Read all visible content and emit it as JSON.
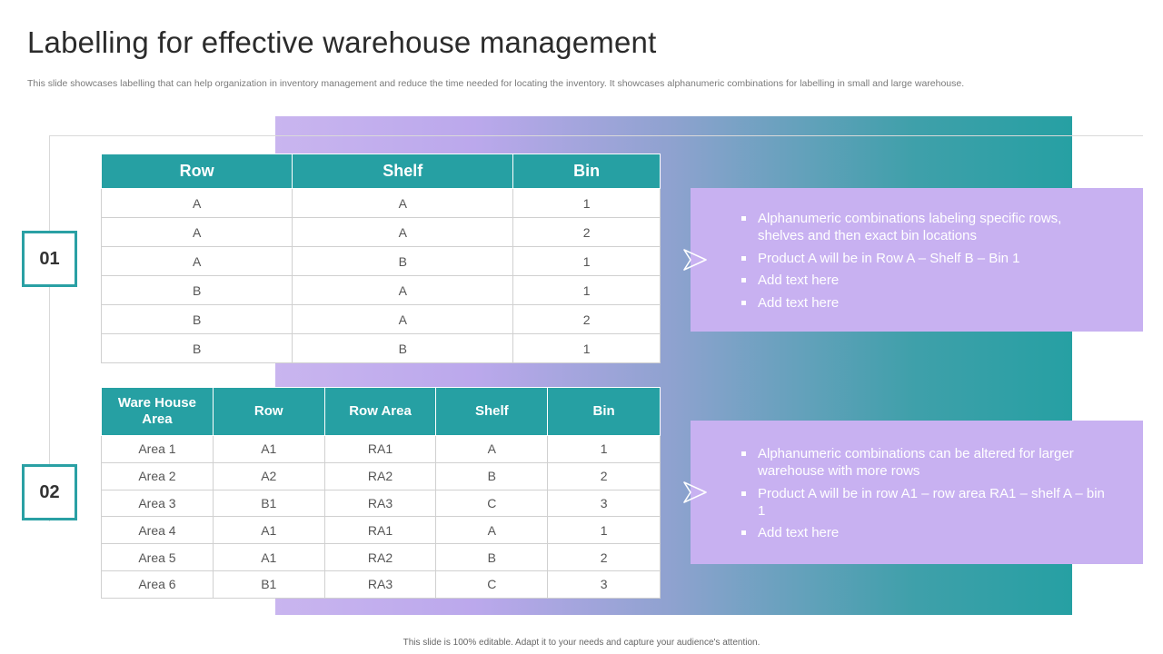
{
  "slide": {
    "title": "Labelling for effective warehouse management",
    "subtitle": "This slide showcases labelling that can help organization in inventory management and reduce the time needed for locating the inventory.  It showcases alphanumeric combinations for labelling in small and large warehouse.",
    "footer": "This slide is 100% editable. Adapt it to your needs and capture your audience's attention."
  },
  "sections": [
    {
      "number": "01"
    },
    {
      "number": "02"
    }
  ],
  "table1": {
    "headers": [
      "Row",
      "Shelf",
      "Bin"
    ],
    "rows": [
      [
        "A",
        "A",
        "1"
      ],
      [
        "A",
        "A",
        "2"
      ],
      [
        "A",
        "B",
        "1"
      ],
      [
        "B",
        "A",
        "1"
      ],
      [
        "B",
        "A",
        "2"
      ],
      [
        "B",
        "B",
        "1"
      ]
    ]
  },
  "table2": {
    "headers": [
      "Ware House Area",
      "Row",
      "Row Area",
      "Shelf",
      "Bin"
    ],
    "rows": [
      [
        "Area 1",
        "A1",
        "RA1",
        "A",
        "1"
      ],
      [
        "Area 2",
        "A2",
        "RA2",
        "B",
        "2"
      ],
      [
        "Area 3",
        "B1",
        "RA3",
        "C",
        "3"
      ],
      [
        "Area 4",
        "A1",
        "RA1",
        "A",
        "1"
      ],
      [
        "Area 5",
        "A1",
        "RA2",
        "B",
        "2"
      ],
      [
        "Area 6",
        "B1",
        "RA3",
        "C",
        "3"
      ]
    ]
  },
  "card1": {
    "bullets": [
      "Alphanumeric combinations labeling specific rows, shelves and then exact bin locations",
      "Product A will be in Row A – Shelf B – Bin 1",
      "Add text here",
      "Add text here"
    ]
  },
  "card2": {
    "bullets": [
      "Alphanumeric combinations can be altered for larger warehouse with more rows",
      "Product A will be in row A1 – row area RA1 – shelf A – bin 1",
      "Add text here"
    ]
  },
  "colors": {
    "teal": "#26a0a3",
    "lavender": "#c8b1f1",
    "title_text": "#2b2b2b"
  },
  "icons": {
    "arrow": "arrowhead-outline-icon"
  }
}
